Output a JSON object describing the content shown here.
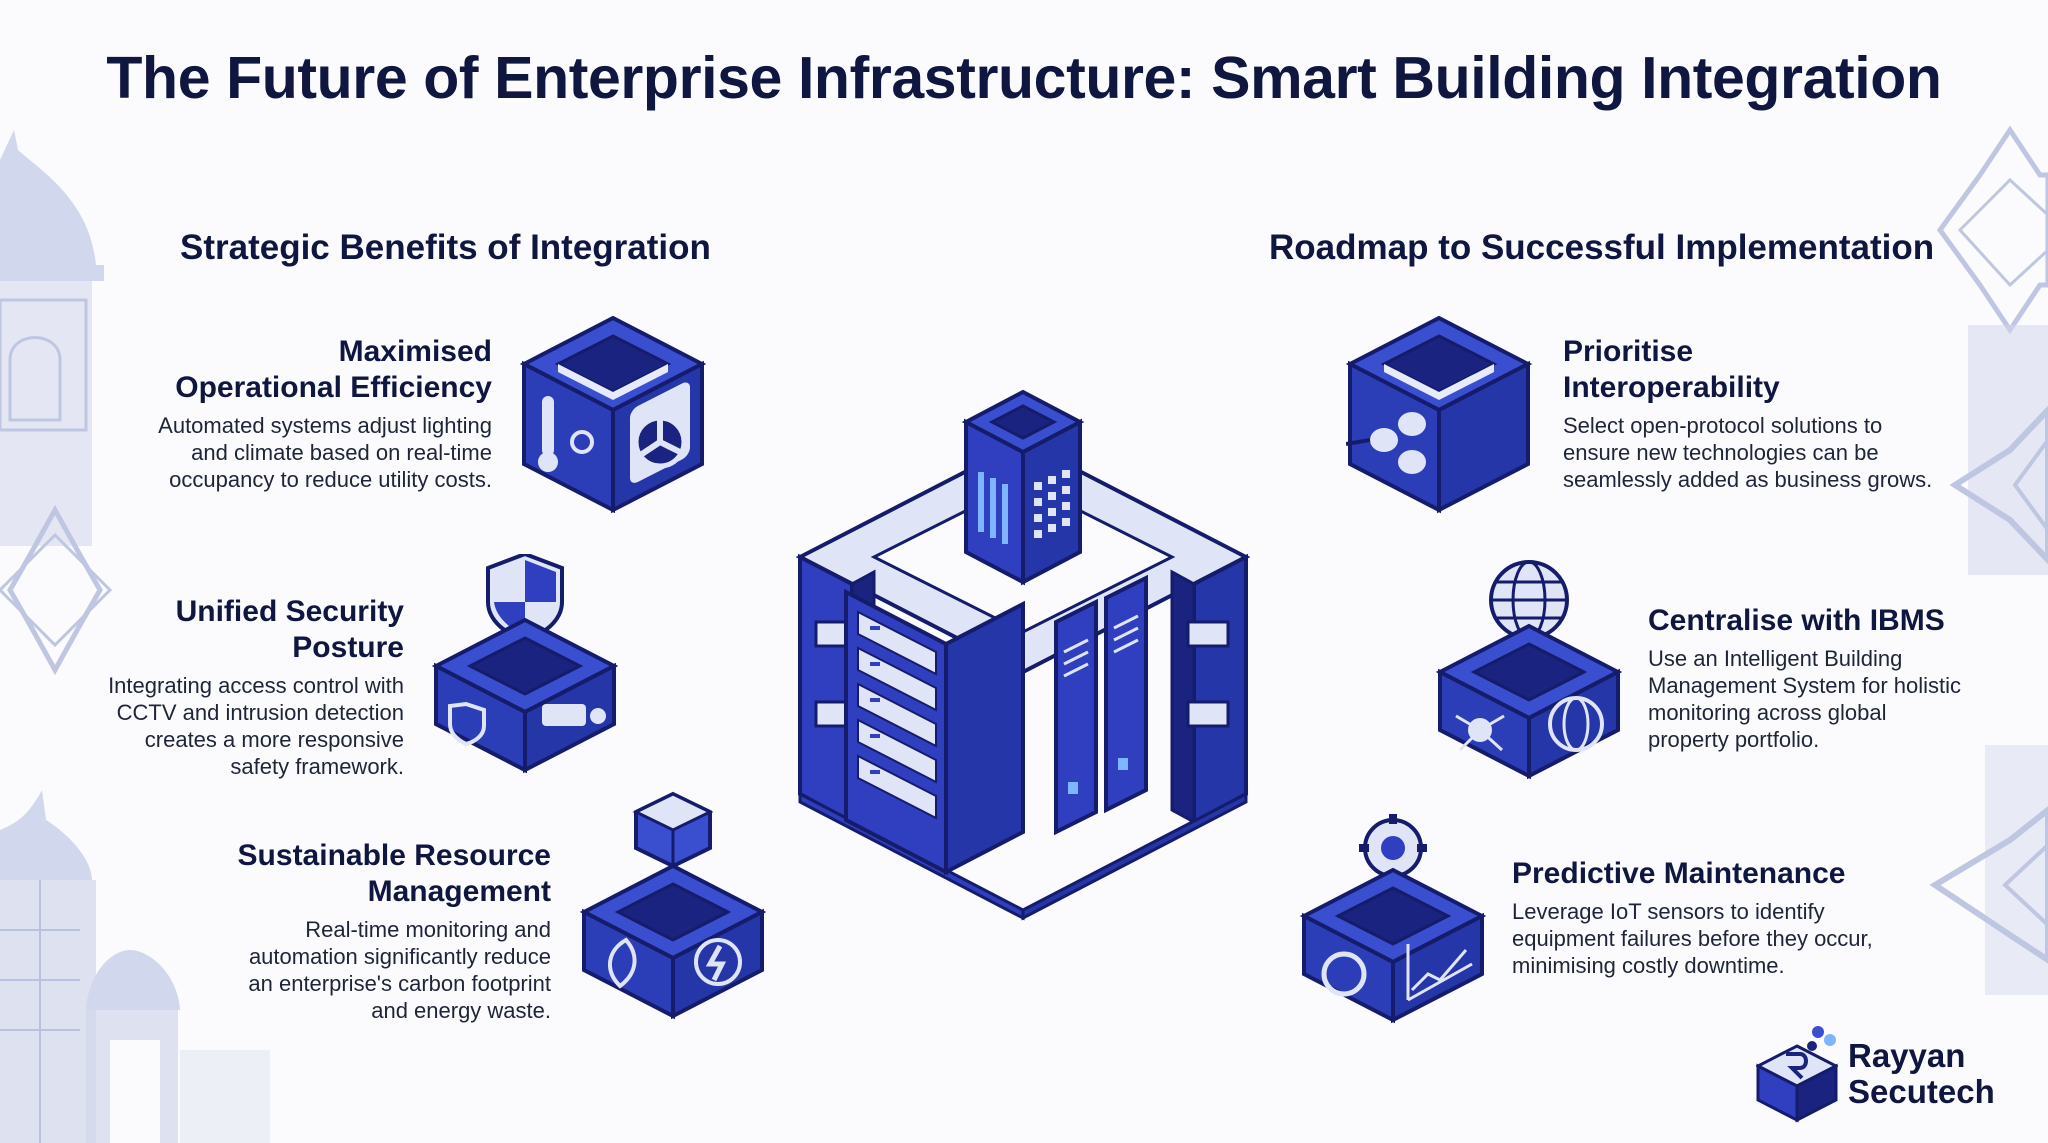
{
  "title": "The Future of Enterprise Infrastructure: Smart Building Integration",
  "left_section": {
    "heading": "Strategic Benefits of Integration",
    "items": [
      {
        "title_lines": [
          "Maximised",
          "Operational Efficiency"
        ],
        "body_lines": [
          "Automated systems adjust lighting",
          "and climate based on real-time",
          "occupancy to reduce utility costs."
        ],
        "icon": "thermostat-fan-icon"
      },
      {
        "title_lines": [
          "Unified Security",
          "Posture"
        ],
        "body_lines": [
          "Integrating access control with",
          "CCTV and intrusion detection",
          "creates a more responsive",
          "safety framework."
        ],
        "icon": "shield-camera-icon"
      },
      {
        "title_lines": [
          "Sustainable Resource",
          "Management"
        ],
        "body_lines": [
          "Real-time monitoring and",
          "automation significantly reduce",
          "an enterprise's carbon footprint",
          "and energy waste."
        ],
        "icon": "leaf-energy-icon"
      }
    ]
  },
  "right_section": {
    "heading": "Roadmap to Successful Implementation",
    "items": [
      {
        "title_lines": [
          "Prioritise",
          "Interoperability"
        ],
        "body_lines": [
          "Select open-protocol solutions to",
          "ensure new technologies can be",
          "seamlessly added as business grows."
        ],
        "icon": "plug-connector-icon"
      },
      {
        "title_lines": [
          "Centralise with IBMS"
        ],
        "body_lines": [
          "Use an Intelligent Building",
          "Management System for holistic",
          "monitoring across global",
          "property portfolio."
        ],
        "icon": "globe-network-icon"
      },
      {
        "title_lines": [
          "Predictive Maintenance"
        ],
        "body_lines": [
          "Leverage IoT sensors to identify",
          "equipment failures before they occur,",
          "minimising costly downtime."
        ],
        "icon": "gear-chart-icon"
      }
    ]
  },
  "center_graphic": "smart-building-server-cube-icon",
  "brand": {
    "line1": "Rayyan",
    "line2": "Secutech",
    "logo": "rayyan-secutech-logo-icon"
  },
  "colors": {
    "title": "#0f1640",
    "accent_blue": "#2f3fc0",
    "dark_blue": "#1a2380",
    "light_blue": "#dfe4f7",
    "decor": "#b9c3e3"
  }
}
